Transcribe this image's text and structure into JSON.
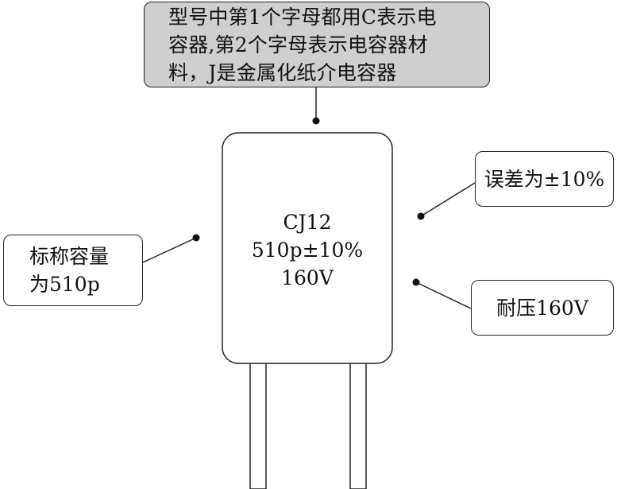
{
  "callouts": {
    "model_note": {
      "lines": [
        "型号中第1个字母都用C表示电",
        "容器,第2个字母表示电容器材",
        "料，J是金属化纸介电容器"
      ]
    },
    "tolerance_note": {
      "text": "误差为±10%"
    },
    "nominal_note": {
      "lines": [
        "标称容量",
        "为510p"
      ]
    },
    "voltage_note": {
      "text": "耐压160V"
    }
  },
  "capacitor": {
    "model": "CJ12",
    "capacitance": "510p±10%",
    "voltage": "160V"
  },
  "colors": {
    "model_note_fill": "#cfcfcf",
    "line": "#222222",
    "background": "#ffffff"
  }
}
